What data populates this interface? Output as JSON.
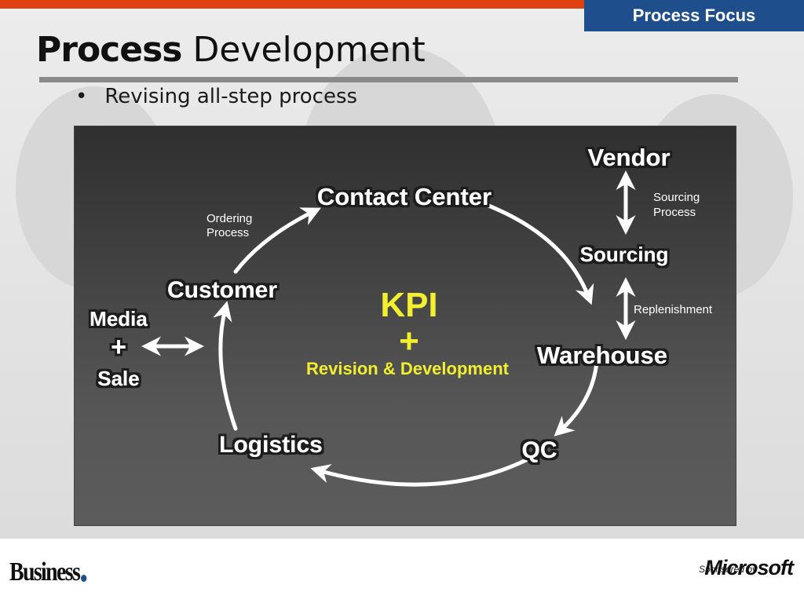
{
  "header": {
    "tab_label": "Process Focus"
  },
  "title": {
    "bold": "Process",
    "regular": "Development"
  },
  "bullet": {
    "marker": "•",
    "text": "Revising all-step process"
  },
  "diagram": {
    "nodes": {
      "contact_center": "Contact Center",
      "customer": "Customer",
      "warehouse": "Warehouse",
      "qc": "QC",
      "logistics": "Logistics",
      "vendor": "Vendor",
      "sourcing": "Sourcing",
      "media": "Media",
      "plus": "+",
      "sale": "Sale"
    },
    "labels": {
      "ordering_1": "Ordering",
      "ordering_2": "Process",
      "sourcing_1": "Sourcing",
      "sourcing_2": "Process",
      "replenishment": "Replenishment"
    },
    "center": {
      "kpi": "KPI",
      "plus": "+",
      "revision": "Revision & Development"
    },
    "colors": {
      "center_text": "#f2ef2e",
      "node_text": "#ffffff",
      "arrow": "#ffffff"
    }
  },
  "footer": {
    "logo": "Business",
    "sponsored_by": "Sponsored by",
    "sponsor_brand": "Microsoft"
  }
}
